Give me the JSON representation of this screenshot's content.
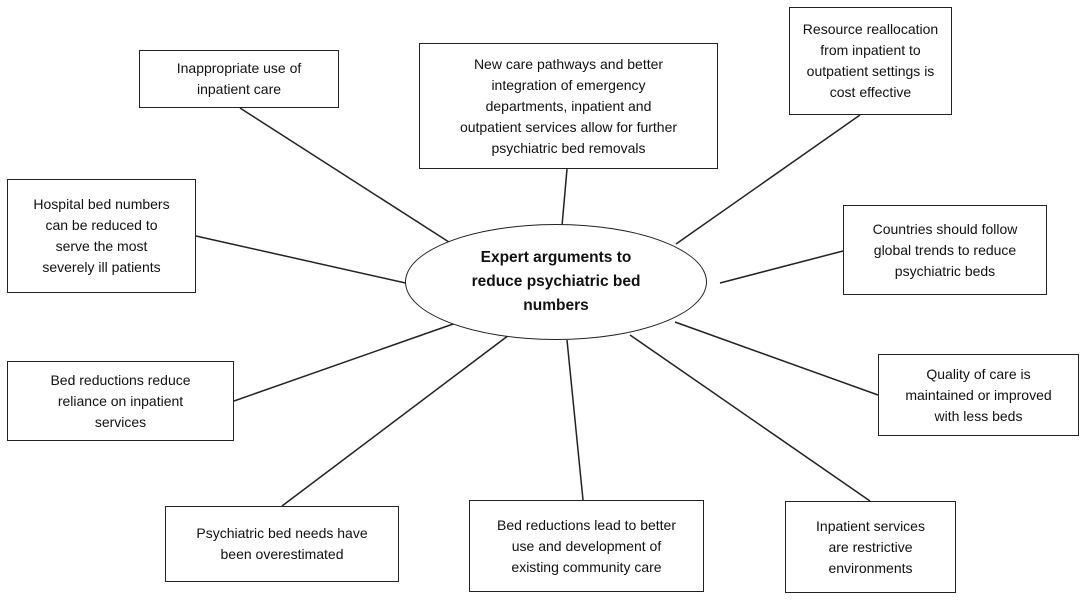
{
  "hub": {
    "label": "Expert arguments to\nreduce psychiatric bed\nnumbers"
  },
  "arguments": {
    "inappropriate_use": "Inappropriate use of\ninpatient care",
    "care_pathways": "New care pathways and better\nintegration of emergency\ndepartments, inpatient and\noutpatient services allow for further\npsychiatric bed removals",
    "resource_reallocation": "Resource reallocation\nfrom inpatient to\noutpatient settings is\ncost effective",
    "hospital_bed_numbers": "Hospital bed numbers\ncan be reduced to\nserve the most\nseverely ill patients",
    "global_trends": "Countries should follow\nglobal trends to reduce\npsychiatric beds",
    "reliance": "Bed reductions reduce\nreliance on inpatient\nservices",
    "quality_of_care": "Quality of care is\nmaintained or improved\nwith less beds",
    "overestimated": "Psychiatric bed needs have\nbeen overestimated",
    "community_care": "Bed reductions lead to better\nuse and development  of\nexisting community care",
    "restrictive": "Inpatient services\nare restrictive\nenvironments"
  }
}
